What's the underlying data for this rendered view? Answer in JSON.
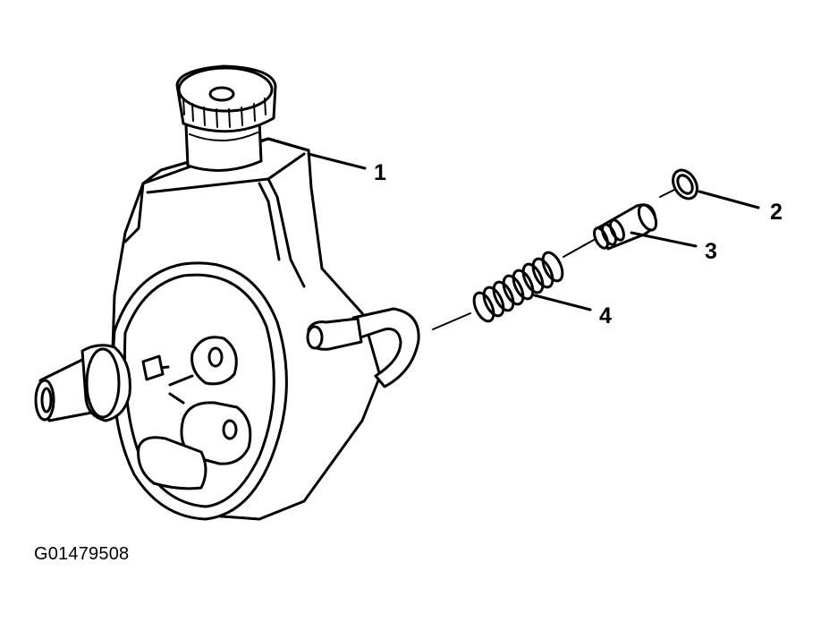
{
  "figure": {
    "id_label": "G01479508"
  },
  "callouts": [
    {
      "number": "1",
      "part": "pump-body"
    },
    {
      "number": "2",
      "part": "o-ring"
    },
    {
      "number": "3",
      "part": "flow-control-valve"
    },
    {
      "number": "4",
      "part": "spring"
    }
  ],
  "colors": {
    "line": "#000000",
    "background": "#ffffff"
  }
}
